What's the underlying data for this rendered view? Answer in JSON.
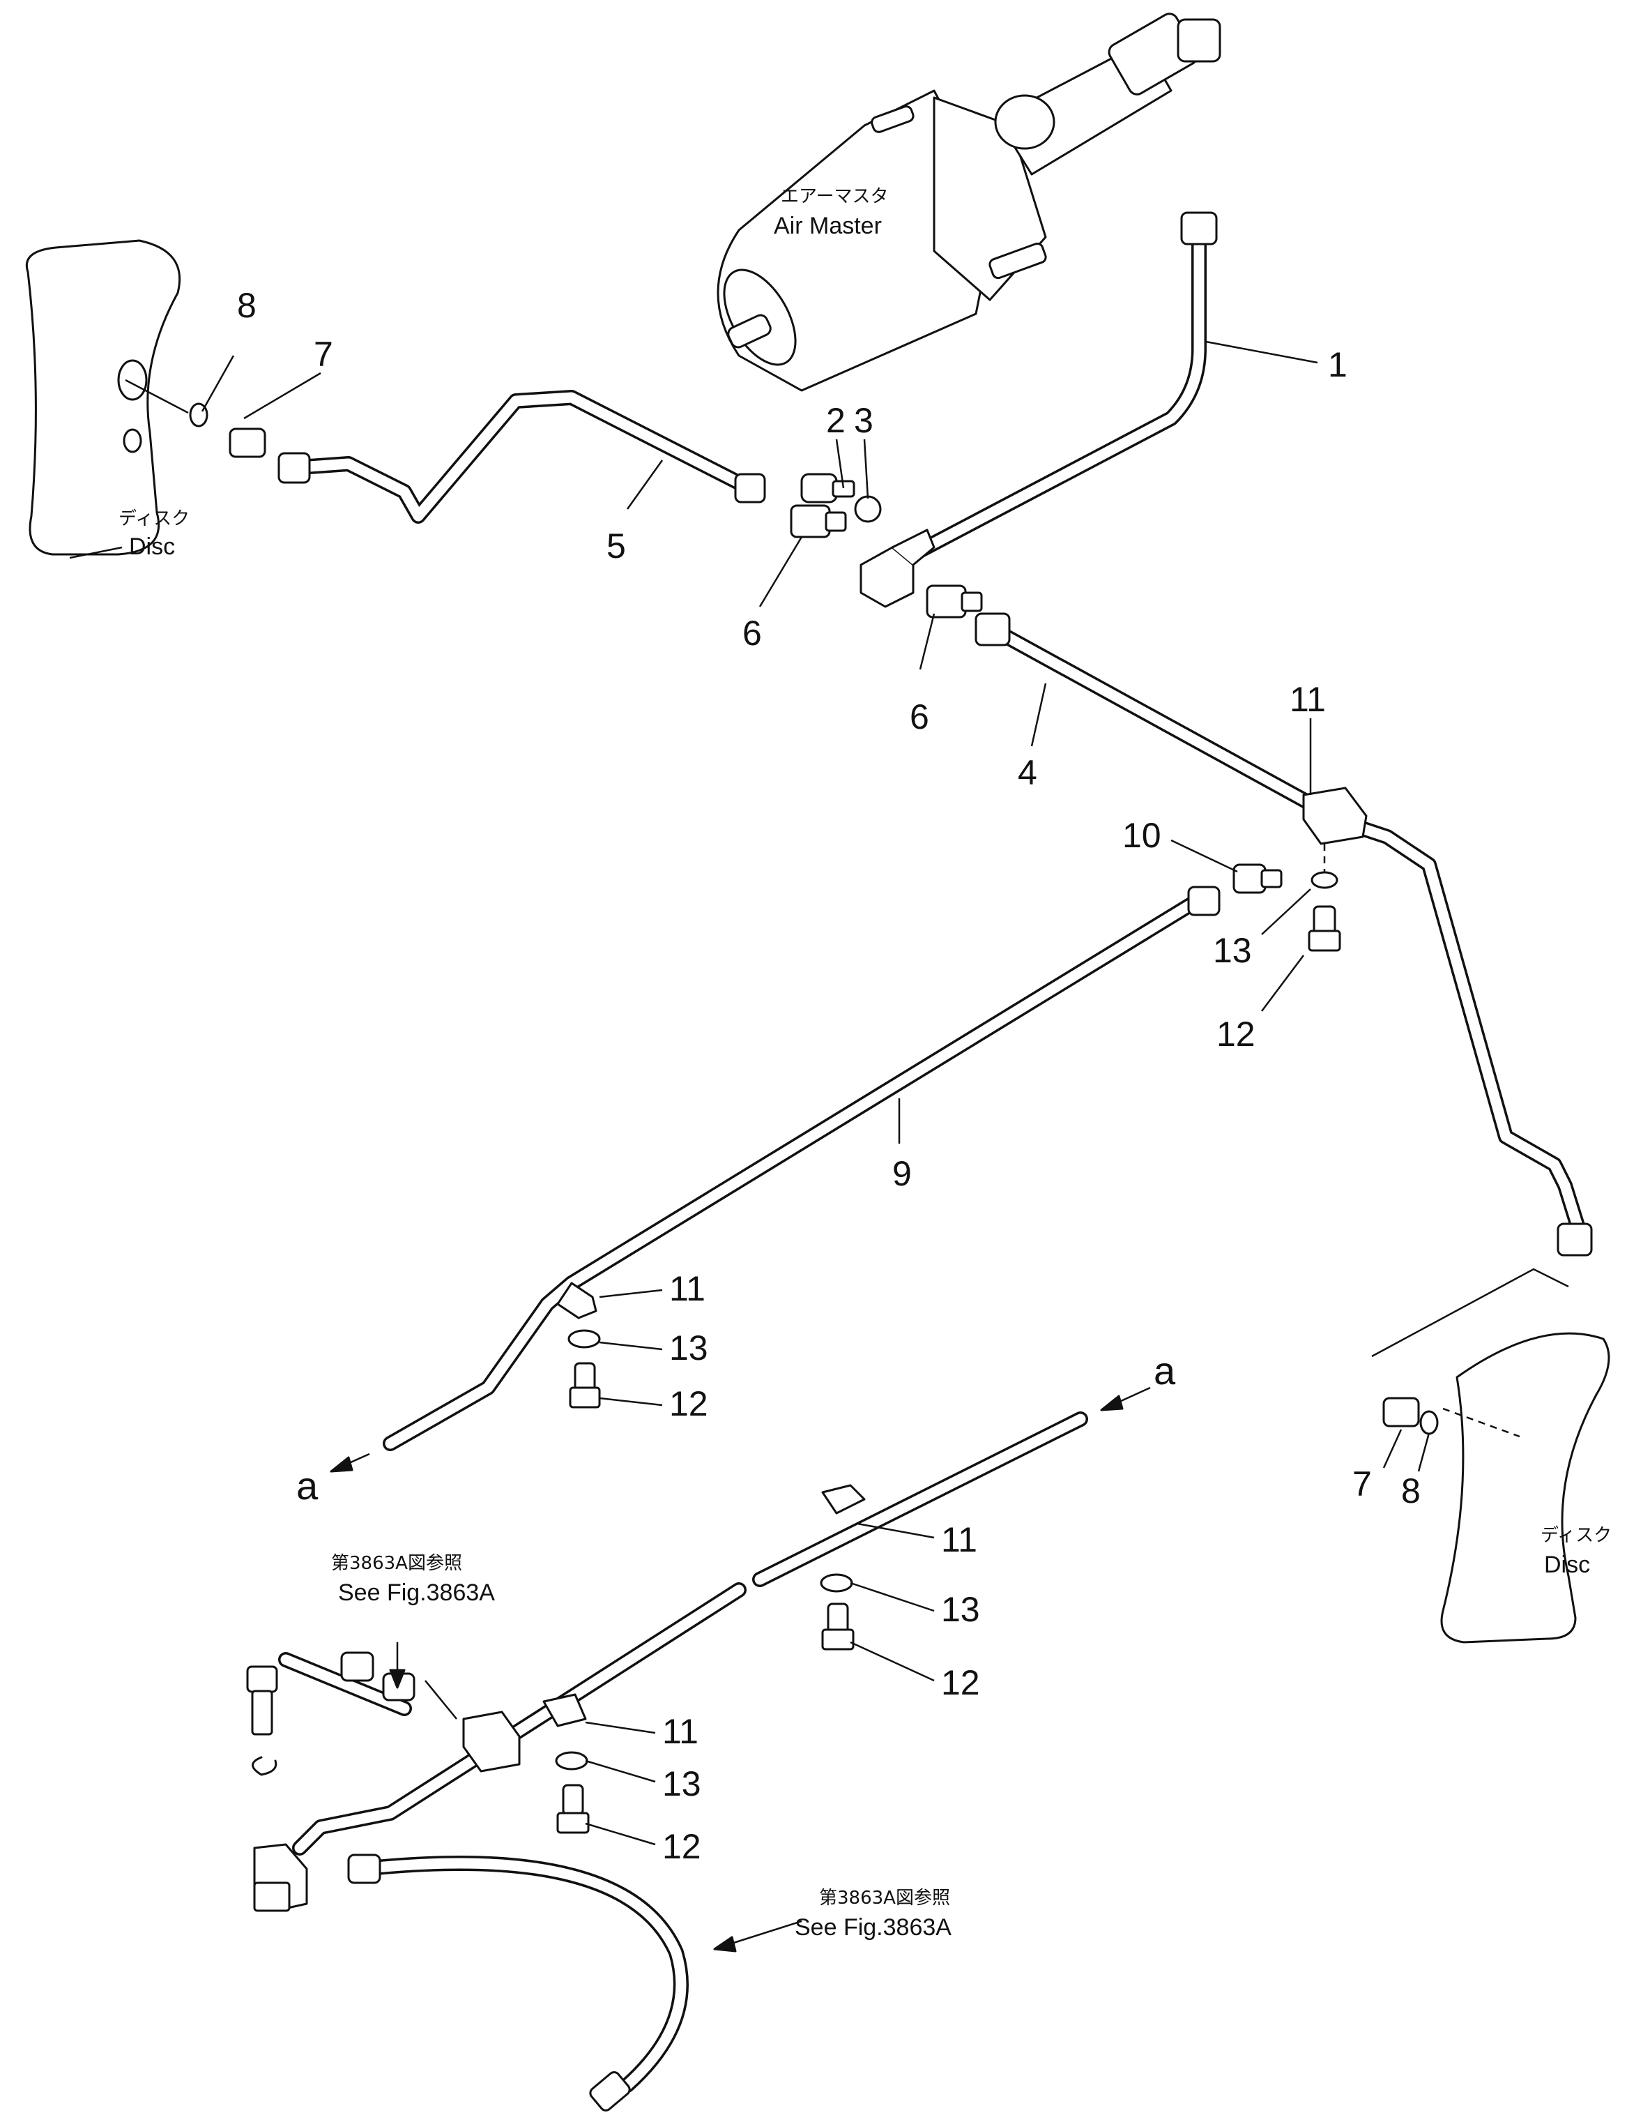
{
  "labels": {
    "air_master_jp": "エアーマスタ",
    "air_master_en": "Air Master",
    "disc_jp": "ディスク",
    "disc_en": "Disc",
    "see_fig_jp": "第3863A図参照",
    "see_fig_en": "See Fig.3863A",
    "arrow_a": "a"
  },
  "callouts": {
    "p1": "1",
    "p2": "2",
    "p3": "3",
    "p4": "4",
    "p5": "5",
    "p6": "6",
    "p7": "7",
    "p8": "8",
    "p9": "9",
    "p10": "10",
    "p11": "11",
    "p12": "12",
    "p13": "13"
  }
}
